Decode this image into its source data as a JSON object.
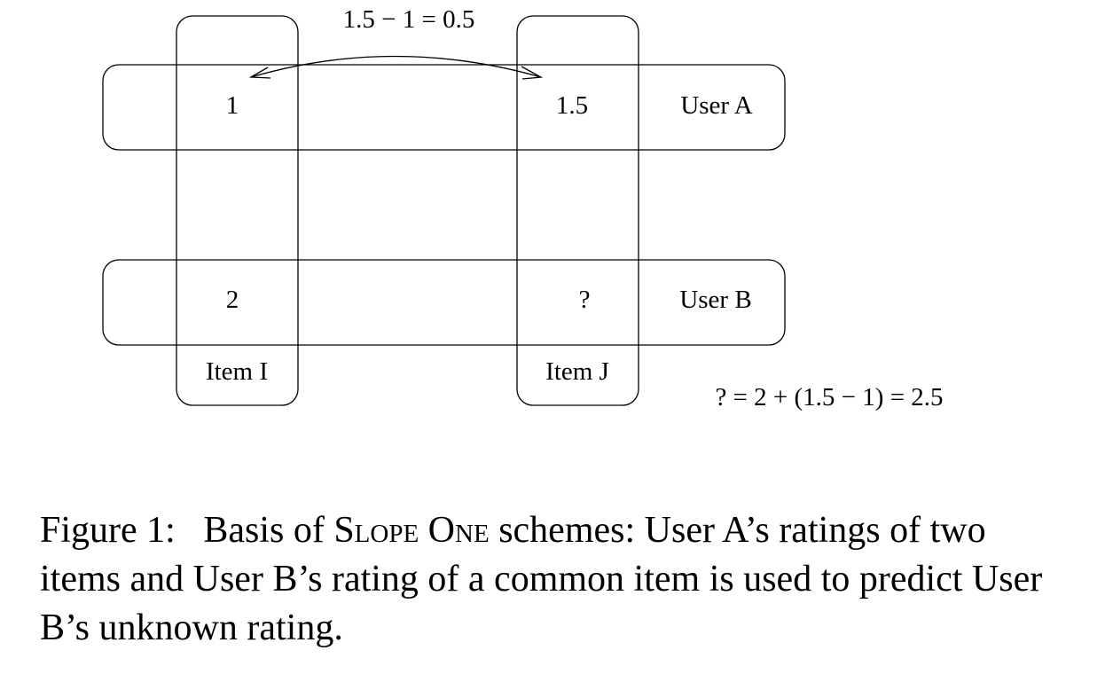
{
  "diagram": {
    "top_formula": "1.5 − 1 = 0.5",
    "bottom_formula": "? = 2 + (1.5 − 1) = 2.5",
    "users": [
      {
        "label": "User A",
        "ratings": {
          "item_i": "1",
          "item_j": "1.5"
        }
      },
      {
        "label": "User B",
        "ratings": {
          "item_i": "2",
          "item_j": "?"
        }
      }
    ],
    "items": [
      {
        "label": "Item I"
      },
      {
        "label": "Item J"
      }
    ]
  },
  "caption": {
    "prefix": "Figure 1:",
    "text_before": "Basis of",
    "scheme_name": "Slope One",
    "text_after": "schemes: User A’s ratings of two items and User B’s rating of a common item is used to predict User B’s unknown rating."
  }
}
